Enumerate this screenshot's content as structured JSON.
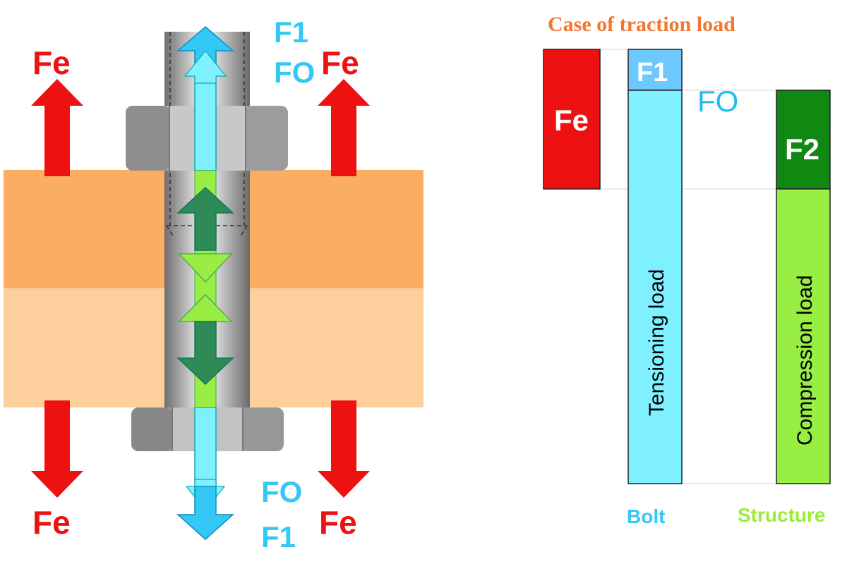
{
  "title": "Case of traction load",
  "forces": {
    "external": "Fe",
    "bolt_added": "F1",
    "preload": "FO",
    "structure_relief": "F2"
  },
  "bars": {
    "fe_label": "Fe",
    "f1_label": "F1",
    "fo_label": "FO",
    "f2_label": "F2",
    "tension_label": "Tensioning  load",
    "compression_label": "Compression load",
    "bolt_caption": "Bolt",
    "structure_caption": "Structure"
  },
  "colors": {
    "external_force": "#ee1111",
    "bolt_force": "#33c8f5",
    "bolt_bar": "#7ff0ff",
    "bolt_top": "#6cc8ff",
    "structure_bar": "#99ee44",
    "structure_top": "#118811",
    "plate_top": "#fbae62",
    "plate_bottom": "#fdcf9d",
    "title": "#f07830",
    "fo_text": "#22bbee",
    "structure_caption": "#99ee33"
  }
}
